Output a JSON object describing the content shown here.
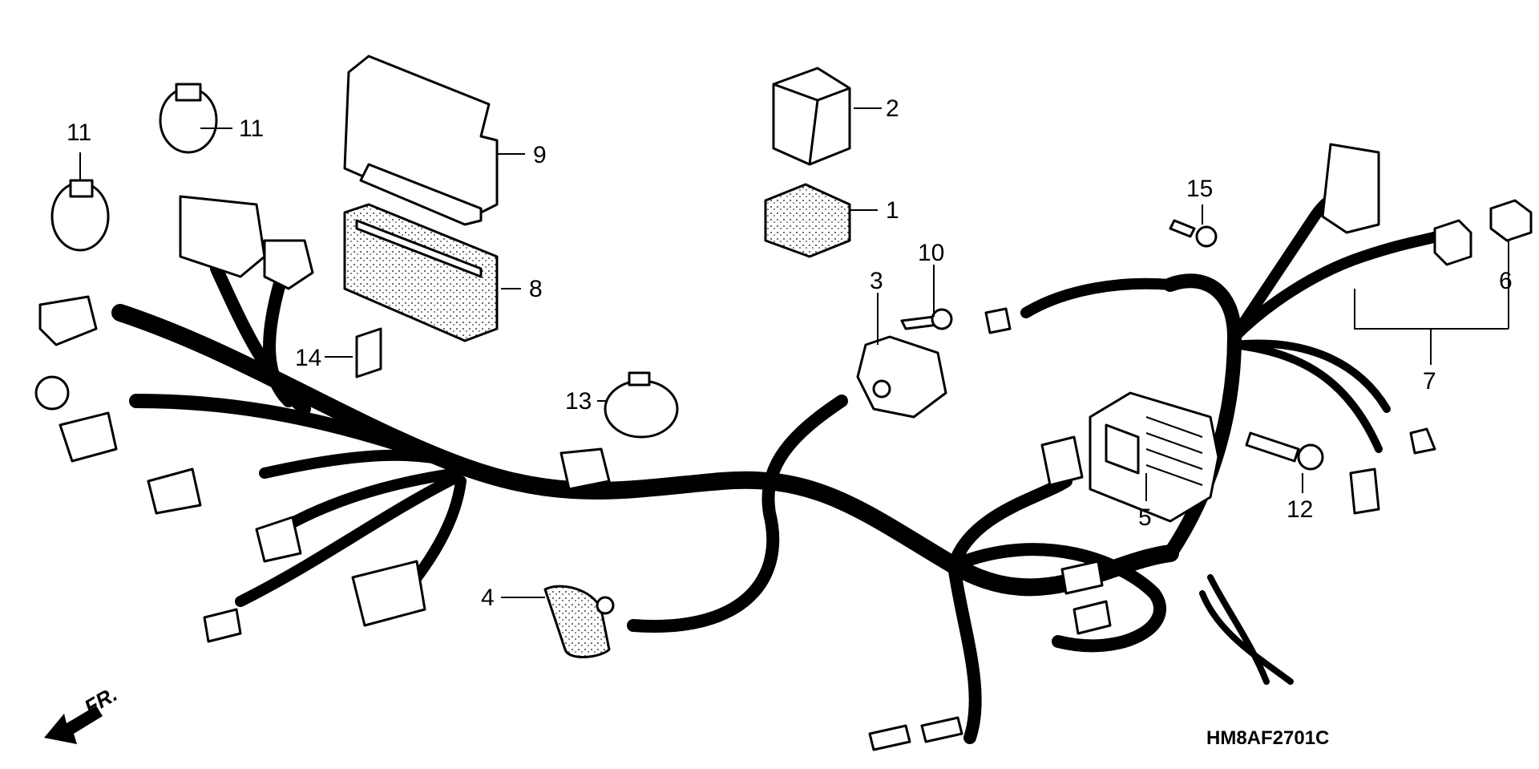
{
  "diagram": {
    "code": "HM8AF2701C",
    "direction": "FR.",
    "callouts": [
      "1",
      "2",
      "3",
      "4",
      "5",
      "6",
      "7",
      "8",
      "9",
      "10",
      "11",
      "11",
      "12",
      "13",
      "14",
      "15"
    ]
  },
  "colors": {
    "ink": "#000000",
    "paper": "#ffffff"
  }
}
